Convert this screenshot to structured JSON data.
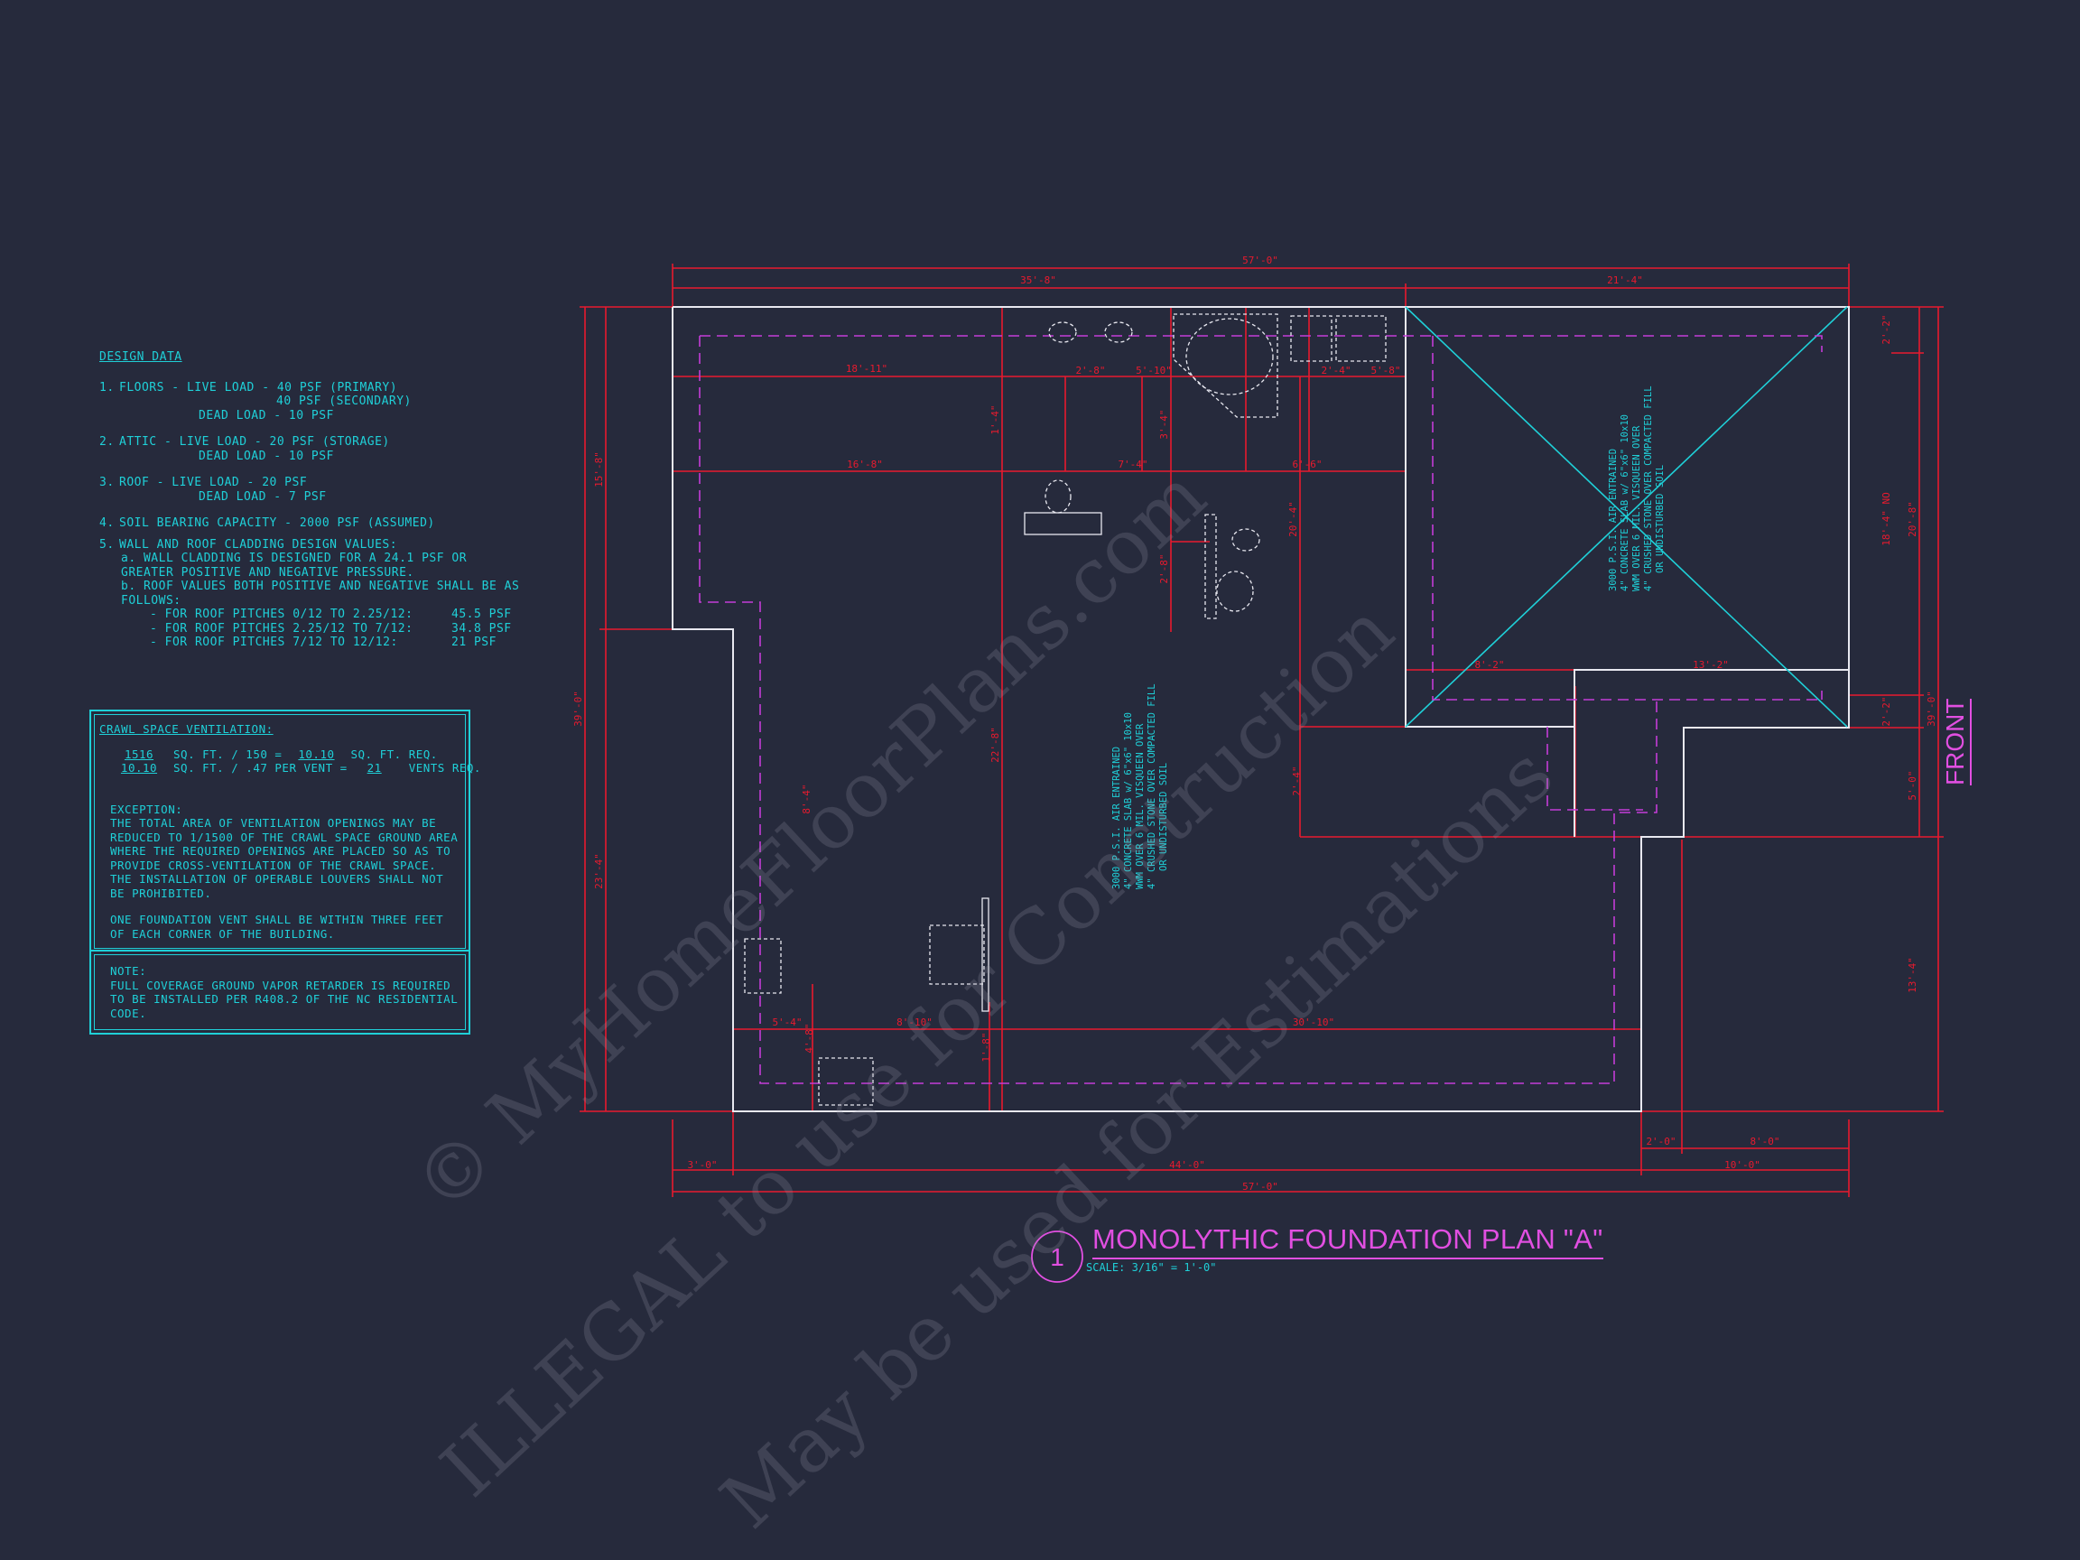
{
  "design_data": {
    "heading": "DESIGN DATA",
    "items": [
      {
        "num": "1.",
        "lines": [
          "FLOORS - LIVE LOAD - 40 PSF (PRIMARY)",
          "40 PSF (SECONDARY)",
          "DEAD LOAD - 10 PSF"
        ]
      },
      {
        "num": "2.",
        "lines": [
          "ATTIC  -  LIVE LOAD - 20 PSF (STORAGE)",
          "DEAD LOAD - 10 PSF"
        ]
      },
      {
        "num": "3.",
        "lines": [
          "ROOF  -  LIVE LOAD - 20 PSF",
          "DEAD LOAD - 7 PSF"
        ]
      },
      {
        "num": "4.",
        "lines": [
          "SOIL BEARING CAPACITY - 2000 PSF (ASSUMED)"
        ]
      },
      {
        "num": "5.",
        "lines": [
          "WALL AND ROOF CLADDING DESIGN VALUES:"
        ]
      }
    ],
    "cladding_a": "a. WALL CLADDING IS DESIGNED FOR A 24.1 PSF OR GREATER POSITIVE AND NEGATIVE PRESSURE.",
    "cladding_b": "b. ROOF VALUES BOTH POSITIVE AND NEGATIVE SHALL BE AS FOLLOWS:",
    "pitches": [
      {
        "label": "- FOR ROOF PITCHES 0/12 TO 2.25/12:",
        "value": "45.5 PSF"
      },
      {
        "label": "- FOR ROOF PITCHES 2.25/12 TO 7/12:",
        "value": "34.8 PSF"
      },
      {
        "label": "- FOR ROOF PITCHES 7/12 TO 12/12:",
        "value": "21 PSF"
      }
    ]
  },
  "crawl_space": {
    "heading": "CRAWL SPACE VENTILATION:",
    "area": "1516",
    "divisor": "SQ. FT. / 150 =",
    "required": "10.10",
    "req_label": "SQ. FT. REQ.",
    "req2": "10.10",
    "per_vent": "SQ. FT. / .47 PER VENT =",
    "vents": "21",
    "vents_label": "VENTS REQ.",
    "exception_heading": "EXCEPTION:",
    "exception": "THE TOTAL AREA OF VENTILATION OPENINGS MAY BE REDUCED TO 1/1500 OF THE CRAWL SPACE GROUND AREA WHERE THE REQUIRED OPENINGS ARE PLACED SO AS TO PROVIDE CROSS-VENTILATION OF THE CRAWL SPACE. THE INSTALLATION OF OPERABLE LOUVERS SHALL NOT BE PROHIBITED.",
    "vent_note": "ONE FOUNDATION VENT SHALL BE WITHIN THREE FEET OF EACH CORNER OF THE BUILDING."
  },
  "note": {
    "heading": "NOTE:",
    "text": "FULL COVERAGE GROUND VAPOR RETARDER IS REQUIRED TO BE INSTALLED PER R408.2 OF THE NC RESIDENTIAL CODE."
  },
  "slab_note": [
    "3000 P.S.I. AIR ENTRAINED",
    "4\" CONCRETE SLAB w/ 6\"x6\" 10x10",
    "WWM OVER 6 MIL. VISQUEEN OVER",
    "4\" CRUSHED STONE OVER COMPACTED FILL",
    "OR UNDISTURBED SOIL"
  ],
  "dimensions": {
    "top_overall": "57'-0\"",
    "top_left": "35'-8\"",
    "top_right": "21'-4\"",
    "bottom_overall": "57'-0\"",
    "bottom_a": "3'-0\"",
    "bottom_b": "44'-0\"",
    "bottom_c": "10'-0\"",
    "bottom_r1": "2'-0\"",
    "bottom_r2": "8'-0\"",
    "left_overall": "39'-0\"",
    "left_upper": "15'-8\"",
    "left_lower": "23'-4\"",
    "right_overall": "39'-0\"",
    "right_a": "2'-2\"",
    "right_b": "18'-4\" NO",
    "right_c": "20'-8\"",
    "right_d": "2'-2\"",
    "right_e": "5'-0\"",
    "right_f": "13'-4\"",
    "i1": "18'-11\"",
    "i2": "2'-8\"",
    "i3": "5'-10\"",
    "i4": "2'-4\"",
    "i5": "5'-8\"",
    "i6": "16'-8\"",
    "i7": "7'-4\"",
    "i8": "6'-6\"",
    "i9": "20'-4\"",
    "i10": "2'-8\"",
    "i11": "22'-8\"",
    "i12": "8'-4\"",
    "i13": "8'-2\"",
    "i14": "13'-2\"",
    "i15": "2'-4\"",
    "i16": "5'-4\"",
    "i17": "8'-10\"",
    "i18": "30'-10\"",
    "i19": "1'-4\"",
    "i20": "3'-4\"",
    "i21": "4'-8\"",
    "i22": "1'-8\""
  },
  "title": {
    "number": "1",
    "text": "MONOLYTHIC FOUNDATION PLAN \"A\"",
    "scale": "SCALE: 3/16\" = 1'-0\""
  },
  "front_label": "FRONT",
  "watermark": [
    "© MyHomeFloorPlans.com",
    "ILLEGAL to use for Construction",
    "May be used for Estimations"
  ],
  "colors": {
    "background": "#262a3c",
    "dimension": "#e81a2e",
    "outline": "#e8e8f0",
    "hidden": "#c43cd8",
    "notes": "#1fd0d8",
    "title": "#e14fe1"
  }
}
